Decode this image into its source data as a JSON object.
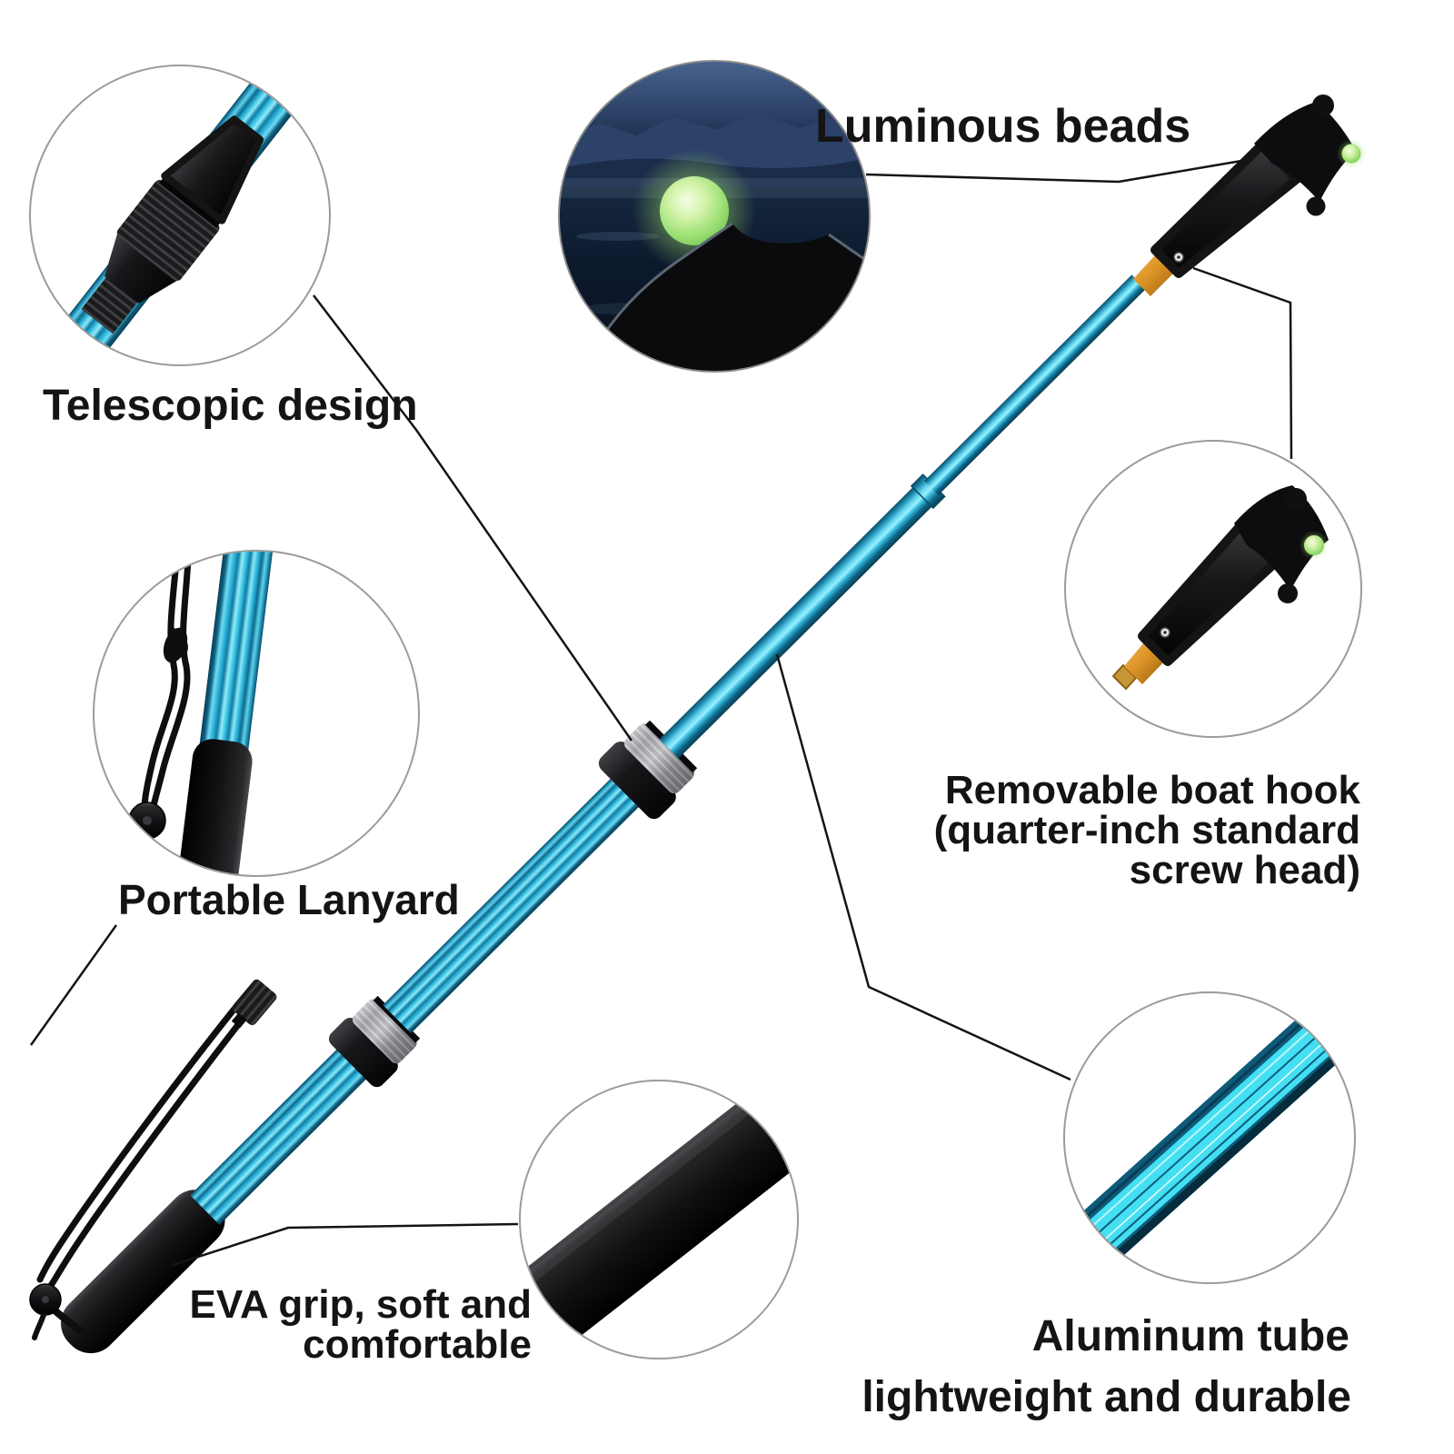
{
  "image_type": "product-feature-infographic",
  "product": "Telescopic boat hook with luminous bead",
  "background_color": "#ffffff",
  "colors": {
    "tube_cyan": "#3fc9ec",
    "tube_dark": "#0d5875",
    "black_part": "#141414",
    "silver": "#b9b9bd",
    "orange_adapter": "#d98e22",
    "luminous_green": "#b5ec85",
    "label_text": "#141414",
    "callout_ring": "#9b9b9b",
    "leader_line": "#141414",
    "night_sky": "#2b4166",
    "night_sea": "#0d1a2e"
  },
  "callouts": {
    "telescopic": {
      "label": "Telescopic design"
    },
    "luminous": {
      "label": "Luminous beads"
    },
    "lanyard": {
      "label": "Portable Lanyard"
    },
    "boat_hook": {
      "line1": "Removable boat hook",
      "line2": "(quarter-inch standard",
      "line3": "screw head)"
    },
    "eva": {
      "line1": "EVA grip, soft and",
      "line2": "comfortable"
    },
    "aluminum": {
      "line1": "Aluminum tube",
      "line2": "lightweight and durable"
    }
  }
}
